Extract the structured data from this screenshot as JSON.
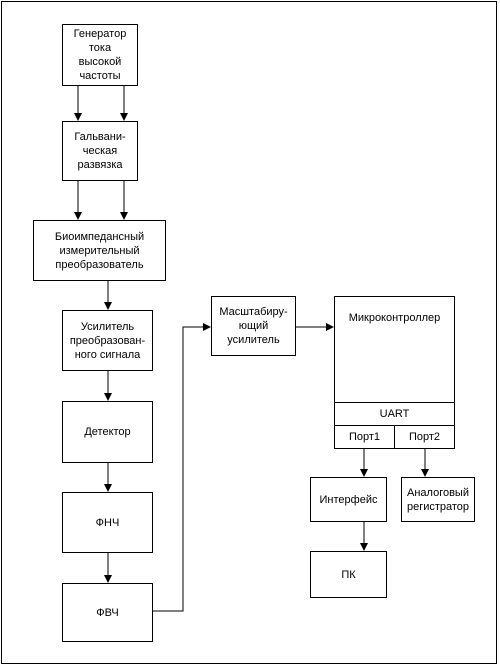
{
  "blocks": {
    "generator": "Генератор\nтока\nвысокой\nчастоты",
    "galvanic": "Гальвани-\nческая\nразвязка",
    "bioimpedance": "Биоимпедансный\nизмерительный\nпреобразователь",
    "amplifier": "Усилитель\nпреобразован-\nного сигнала",
    "detector": "Детектор",
    "lpf": "ФНЧ",
    "hpf": "ФВЧ",
    "scaling_amp": "Масштабиру-\nющий\nусилитель",
    "microcontroller": "Микроконтроллер",
    "uart": "UART",
    "port1": "Порт1",
    "port2": "Порт2",
    "interface": "Интерфейс",
    "analog_recorder": "Аналоговый\nрегистратор",
    "pc": "ПК"
  }
}
